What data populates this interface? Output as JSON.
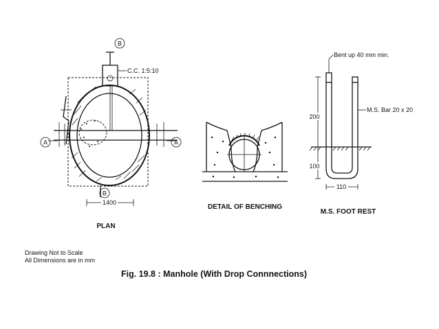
{
  "plan": {
    "section_marker": "B",
    "left_marker": "A",
    "right_marker": "A",
    "bottom_marker": "B",
    "cc_label": "C.C. 1:5:10",
    "dimension": "1400",
    "caption": "PLAN"
  },
  "benching": {
    "caption": "DETAIL OF BENCHING"
  },
  "foot_rest": {
    "bent_label": "Bent up 40 mm min.",
    "bar_label": "M.S. Bar 20 x 20",
    "dim_upper": "200",
    "dim_lower": "100",
    "dim_width": "110",
    "caption": "M.S. FOOT REST"
  },
  "notes": {
    "line1": "Drawing Not to Scale",
    "line2": "All Dimensions are in mm"
  },
  "figure_title": "Fig. 19.8 : Manhole (With Drop Connnections)"
}
